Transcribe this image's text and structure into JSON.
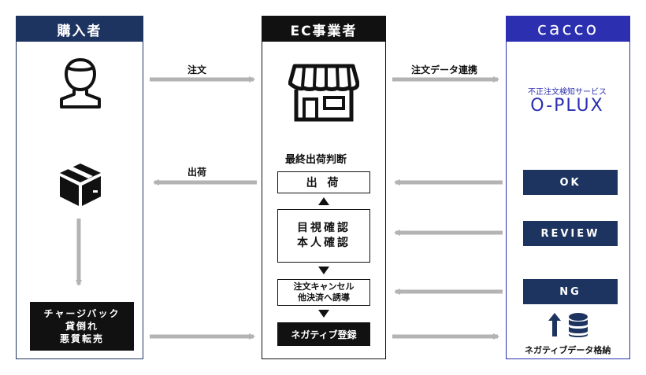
{
  "columns": {
    "buyer": "購入者",
    "ec": "EC事業者",
    "cacco": "cacco"
  },
  "flows": {
    "order": "注文",
    "order_data": "注文データ連携",
    "shipment": "出荷"
  },
  "ec": {
    "final_judgment": "最終出荷判断",
    "ship": "出 荷",
    "visual_check_1": "目視確認",
    "visual_check_2": "本人確認",
    "cancel_1": "注文キャンセル",
    "cancel_2": "他決済へ誘導",
    "negative_reg": "ネガティブ登録"
  },
  "buyer": {
    "chargeback_1": "チャージバック",
    "chargeback_2": "貸倒れ",
    "chargeback_3": "悪質転売"
  },
  "cacco": {
    "service_caption": "不正注文検知サービス",
    "product_name": "O-PLUX",
    "ok": "OK",
    "review": "REVIEW",
    "ng": "NG",
    "negative_store": "ネガティブデータ格納"
  },
  "colors": {
    "navy": "#1e3460",
    "cacco_blue": "#2b2fb0",
    "arrow_gray": "#b3b3b3",
    "black": "#111111"
  }
}
